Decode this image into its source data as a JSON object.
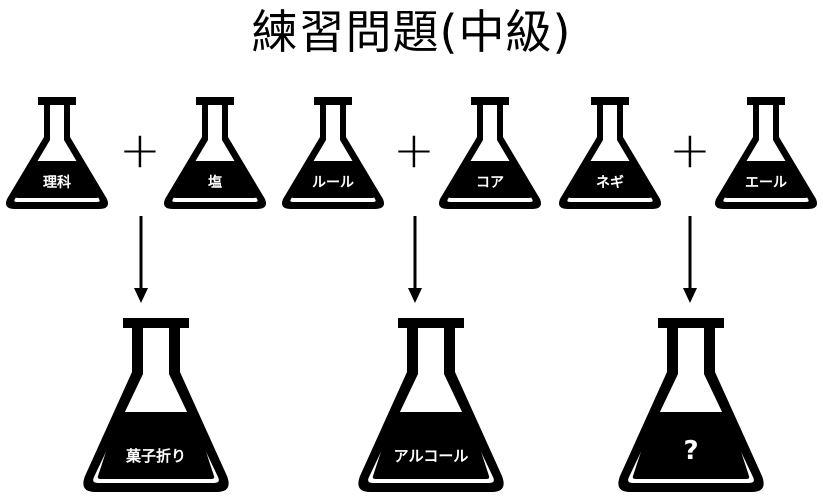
{
  "title": "練習問題(中級)",
  "operator": "+",
  "problems": [
    {
      "input_a": "理科",
      "input_b": "塩",
      "result": "菓子折り"
    },
    {
      "input_a": "ルール",
      "input_b": "コア",
      "result": "アルコール"
    },
    {
      "input_a": "ネギ",
      "input_b": "エール",
      "result": "?"
    }
  ]
}
